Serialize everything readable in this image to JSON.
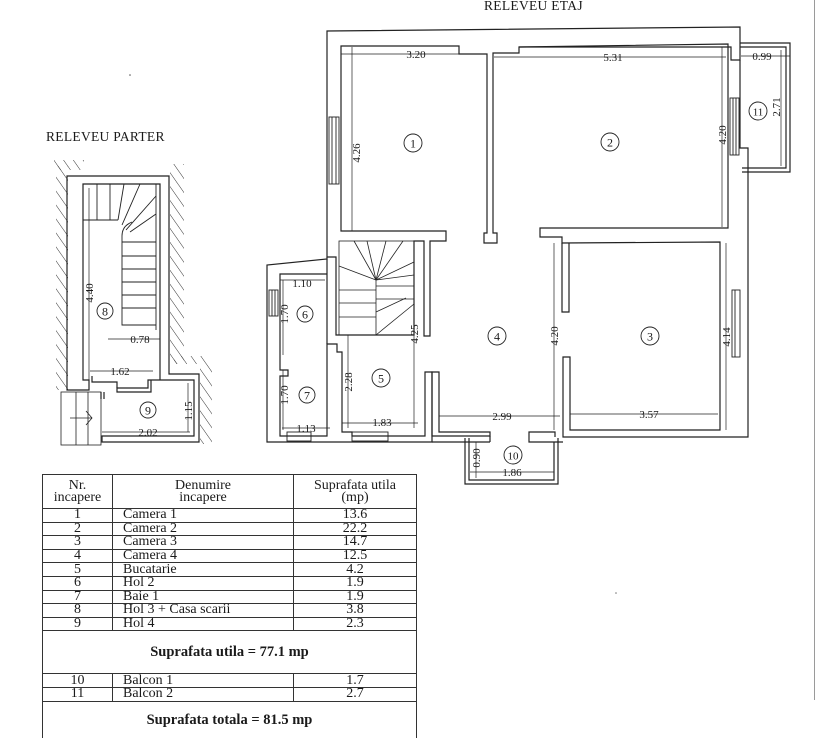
{
  "titles": {
    "parter": "RELEVEU PARTER",
    "etaj": "RELEVEU ETAJ"
  },
  "parter_plan": {
    "rooms": [
      {
        "id": "8",
        "label": "8"
      },
      {
        "id": "9",
        "label": "9"
      }
    ],
    "dimensions": {
      "d_440": "4.40",
      "d_078": "0.78",
      "d_162": "1.62",
      "d_115": "1.15",
      "d_202": "2.02"
    }
  },
  "etaj_plan": {
    "rooms": [
      {
        "id": "1",
        "label": "1"
      },
      {
        "id": "2",
        "label": "2"
      },
      {
        "id": "3",
        "label": "3"
      },
      {
        "id": "4",
        "label": "4"
      },
      {
        "id": "5",
        "label": "5"
      },
      {
        "id": "6",
        "label": "6"
      },
      {
        "id": "7",
        "label": "7"
      },
      {
        "id": "10",
        "label": "10"
      },
      {
        "id": "11",
        "label": "11"
      }
    ],
    "dimensions": {
      "d_320": "3.20",
      "d_531": "5.31",
      "d_099": "0.99",
      "d_271": "2.71",
      "d_426": "4.26",
      "d_420a": "4.20",
      "d_420b": "4.20",
      "d_414": "4.14",
      "d_425": "4.25",
      "d_228": "2.28",
      "d_110": "1.10",
      "d_170a": "1.70",
      "d_170b": "1.70",
      "d_113": "1.13",
      "d_183": "1.83",
      "d_299": "2.99",
      "d_357": "3.57",
      "d_090": "0.90",
      "d_186": "1.86"
    }
  },
  "table": {
    "headers": {
      "nr": [
        "Nr.",
        "incapere"
      ],
      "name": [
        "Denumire",
        "incapere"
      ],
      "area": [
        "Suprafata utila",
        "(mp)"
      ]
    },
    "rows": [
      {
        "nr": "1",
        "name": "Camera 1",
        "area": "13.6"
      },
      {
        "nr": "2",
        "name": "Camera 2",
        "area": "22.2"
      },
      {
        "nr": "3",
        "name": "Camera 3",
        "area": "14.7"
      },
      {
        "nr": "4",
        "name": "Camera 4",
        "area": "12.5"
      },
      {
        "nr": "5",
        "name": "Bucatarie",
        "area": "4.2"
      },
      {
        "nr": "6",
        "name": "Hol 2",
        "area": "1.9"
      },
      {
        "nr": "7",
        "name": "Baie 1",
        "area": "1.9"
      },
      {
        "nr": "8",
        "name": "Hol 3 + Casa scarii",
        "area": "3.8"
      },
      {
        "nr": "9",
        "name": "Hol 4",
        "area": "2.3"
      }
    ],
    "subtotal": "Suprafata utila = 77.1 mp",
    "balcony_rows": [
      {
        "nr": "10",
        "name": "Balcon 1",
        "area": "1.7"
      },
      {
        "nr": "11",
        "name": "Balcon 2",
        "area": "2.7"
      }
    ],
    "total": "Suprafata totala = 81.5 mp"
  }
}
